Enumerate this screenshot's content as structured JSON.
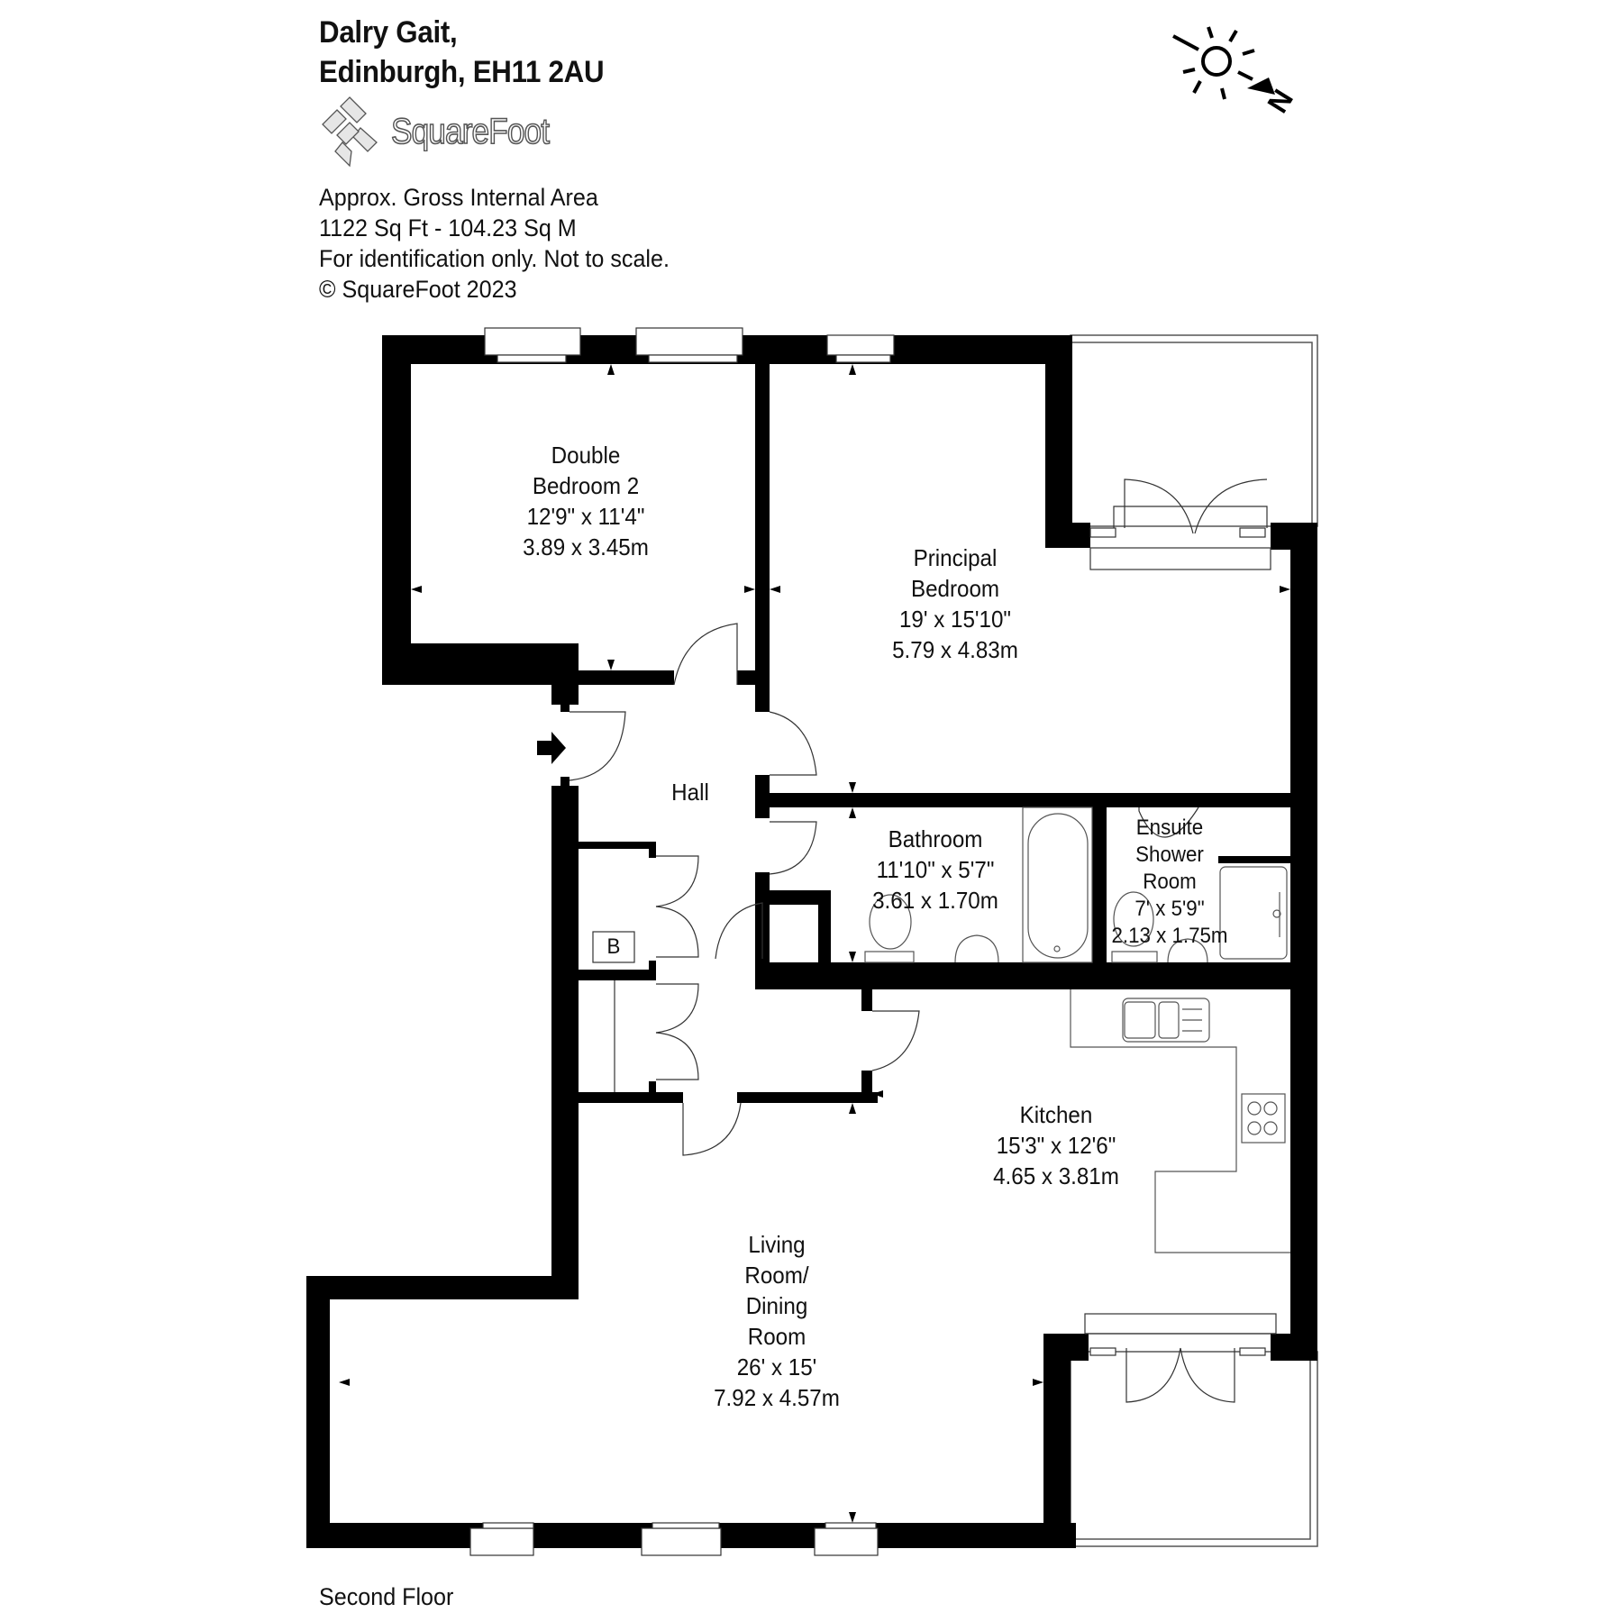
{
  "header": {
    "address_line1": "Dalry Gait,",
    "address_line2": "Edinburgh, EH11 2AU",
    "logo_text": "SquareFoot"
  },
  "meta": {
    "line1": "Approx. Gross Internal Area",
    "line2": "1122 Sq Ft  -  104.23 Sq M",
    "line3": "For identification only. Not to scale.",
    "line4": "© SquareFoot 2023"
  },
  "compass": {
    "icon": "sun-north-arrow-icon",
    "label": "N"
  },
  "rooms": [
    {
      "id": "double-bedroom-2",
      "name_lines": [
        "Double",
        "Bedroom 2"
      ],
      "imperial": "12'9\" x 11'4\"",
      "metric": "3.89 x 3.45m"
    },
    {
      "id": "principal-bedroom",
      "name_lines": [
        "Principal",
        "Bedroom"
      ],
      "imperial": "19' x 15'10\"",
      "metric": "5.79 x 4.83m"
    },
    {
      "id": "hall",
      "name_lines": [
        "Hall"
      ]
    },
    {
      "id": "bathroom",
      "name_lines": [
        "Bathroom"
      ],
      "imperial": "11'10\" x 5'7\"",
      "metric": "3.61 x 1.70m"
    },
    {
      "id": "ensuite-shower-room",
      "name_lines": [
        "Ensuite",
        "Shower",
        "Room"
      ],
      "imperial": "7' x 5'9\"",
      "metric": "2.13 x 1.75m"
    },
    {
      "id": "kitchen",
      "name_lines": [
        "Kitchen"
      ],
      "imperial": "15'3\" x 12'6\"",
      "metric": "4.65 x 3.81m"
    },
    {
      "id": "living-dining-room",
      "name_lines": [
        "Living",
        "Room/",
        "Dining",
        "Room"
      ],
      "imperial": "26' x 15'",
      "metric": "7.92 x 4.57m"
    }
  ],
  "boiler_label": "B",
  "floor_label": "Second Floor"
}
